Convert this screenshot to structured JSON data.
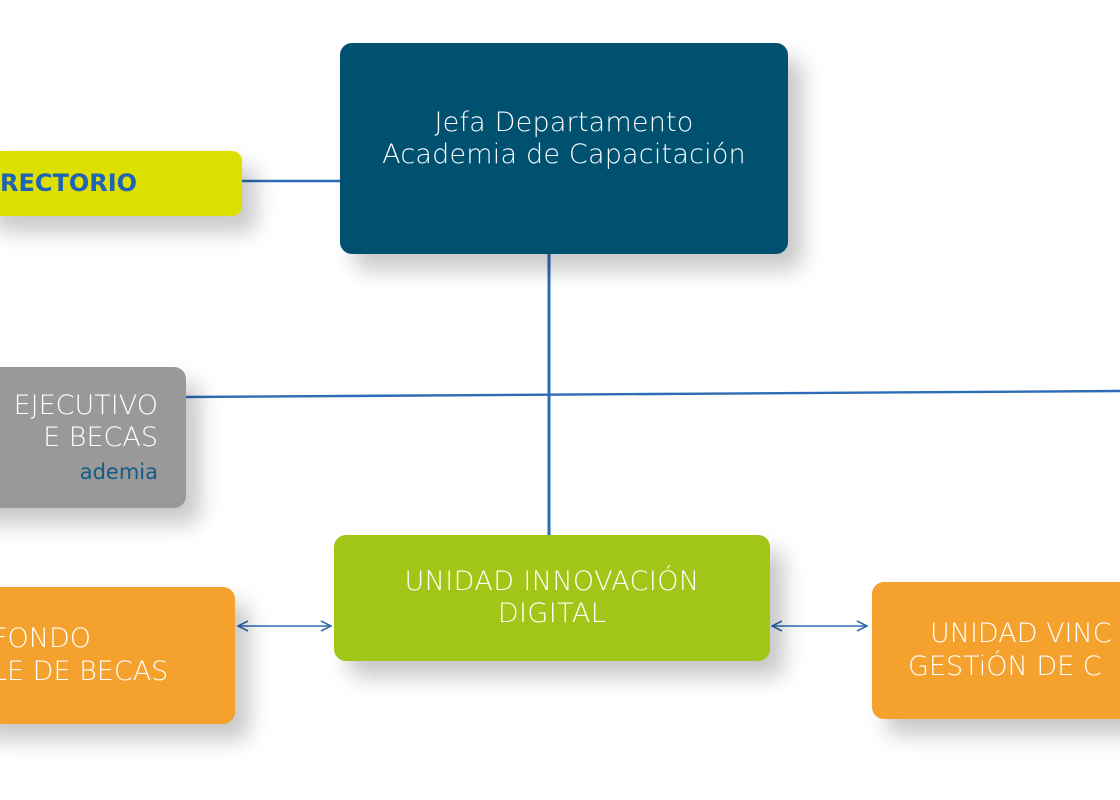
{
  "nodes": {
    "directorio": {
      "text": "RECTORIO"
    },
    "jefa": {
      "line1": "Jefa Departamento",
      "line2": "Academia de Capacitación"
    },
    "ejecutivo": {
      "line1": "EJECUTIVO",
      "line2": "E BECAS",
      "line3": "ademia"
    },
    "innovacion": {
      "line1": "UNIDAD INNOVACIÓN",
      "line2": "DIGITAL"
    },
    "fondo": {
      "line1": "FONDO",
      "line2": "LE DE BECAS"
    },
    "vinculacion": {
      "line1": "UNIDAD VINC",
      "line2": "GESTiÓN DE C"
    }
  },
  "colors": {
    "connector": "#2d6db5",
    "directorio_bg": "#dddf00",
    "directorio_text": "#1f63b4",
    "jefa_bg": "#005170",
    "ejecutivo_bg": "#999999",
    "ejecutivo_sub": "#155a86",
    "innovacion_bg": "#a2c617",
    "orange_bg": "#f5a12d"
  }
}
